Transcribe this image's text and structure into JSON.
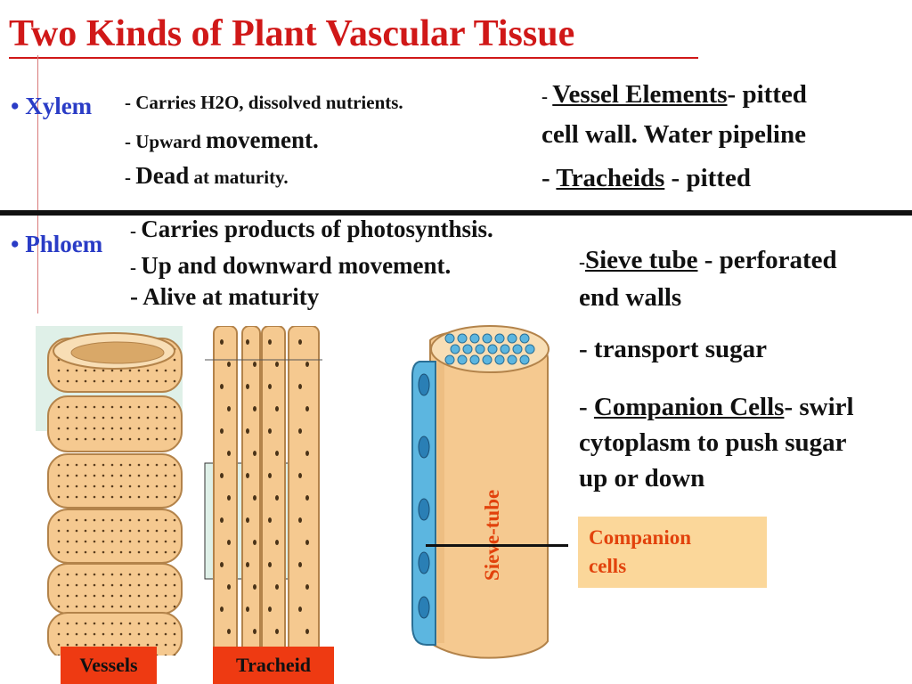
{
  "title": "Two Kinds of Plant Vascular Tissue",
  "xylem": {
    "label": "• Xylem",
    "facts": [
      {
        "dash": "- ",
        "text": "Carries H2O, dissolved nutrients."
      },
      {
        "dash": "- ",
        "pre": "Upward ",
        "big": "movement."
      },
      {
        "dash": "- ",
        "big": "Dead",
        "post": " at maturity."
      }
    ],
    "right": {
      "vessel_dash": "- ",
      "vessel_term": "Vessel Elements",
      "vessel_text1": "- pitted",
      "vessel_text2": "cell wall.  Water pipeline",
      "tracheid_dash": "- ",
      "tracheid_term": "Tracheids",
      "tracheid_text": " - pitted"
    }
  },
  "phloem": {
    "label": "• Phloem",
    "facts": [
      {
        "dash": "- ",
        "text": "Carries products of photosynthsis."
      },
      {
        "dash": "- ",
        "text": "Up and downward movement."
      },
      {
        "text": "- Alive at maturity"
      }
    ],
    "right": {
      "sieve_dash": "-",
      "sieve_term": "Sieve tube",
      "sieve_text1": " - perforated",
      "sieve_text2": "end walls",
      "transport": "- transport sugar",
      "companion_dash": "- ",
      "companion_term": "Companion Cells",
      "companion_text1": "- swirl",
      "companion_text2": "cytoplasm to push sugar",
      "companion_text3": "up or down"
    }
  },
  "figure": {
    "vessels_label": "Vessels",
    "tracheid_label": "Tracheid",
    "sieve_tube_label": "Sieve-tube",
    "companion_label_1": "Companion",
    "companion_label_2": "cells",
    "colors": {
      "cell_fill": "#f5c990",
      "cell_edge": "#b3834a",
      "pale_box": "#dff0e8",
      "companion_blue": "#5cb6e0",
      "label_red": "#ee3a12",
      "companion_box": "#fbd79a"
    }
  }
}
